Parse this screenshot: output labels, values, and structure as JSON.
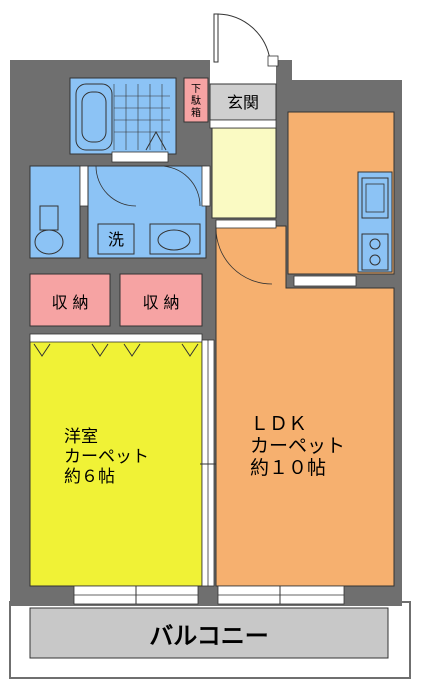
{
  "rooms": {
    "entrance": "玄関",
    "shoe_box": [
      "下",
      "駄",
      "箱"
    ],
    "washroom": "洗",
    "closet_left": "収 納",
    "closet_right": "収 納",
    "western_room": [
      "洋室",
      "カーペット",
      "約６帖"
    ],
    "ldk": [
      "ＬＤＫ",
      "カーペット",
      "約１０帖"
    ],
    "balcony": "バルコニー"
  },
  "colors": {
    "wall": "#6f6f6f",
    "wet_area": "#8cc3f5",
    "closet": "#f6a3a3",
    "western_room": "#f0f236",
    "ldk": "#f6b06f",
    "hallway": "#fafac3",
    "entrance": "#cfcfcf",
    "balcony": "#c8c8c8"
  }
}
